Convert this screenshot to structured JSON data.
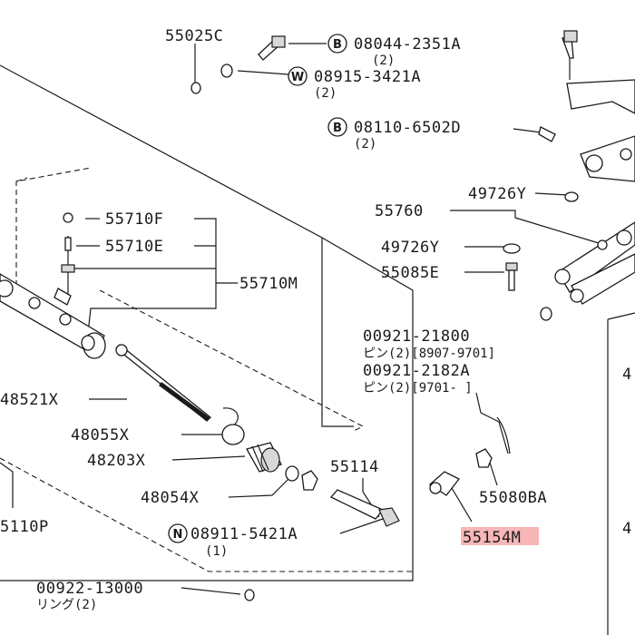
{
  "callouts": {
    "c55025C": "55025C",
    "cB1_letter": "B",
    "cB1": "08044-2351A",
    "cB1_qty": "(2)",
    "cW_letter": "W",
    "cW": "08915-3421A",
    "cW_qty": "(2)",
    "cB2_letter": "B",
    "cB2": "08110-6502D",
    "cB2_qty": "(2)",
    "c49726Y_a": "49726Y",
    "c55760": "55760",
    "c49726Y_b": "49726Y",
    "c55085E": "55085E",
    "c55710F": "55710F",
    "c55710E": "55710E",
    "c55710M": "55710M",
    "c00921_21800": "00921-21800",
    "c00921_21800_note": "ピン(2)[8907-9701]",
    "c00921_2182A": "00921-2182A",
    "c00921_2182A_note": "ピン(2)[9701-     ]",
    "c48521X": "48521X",
    "c48055X": "48055X",
    "c48203X": "48203X",
    "c55114": "55114",
    "c55080BA": "55080BA",
    "c48054X": "48054X",
    "c55154M": "55154M",
    "cN_letter": "N",
    "cN": "08911-5421A",
    "cN_qty": "(1)",
    "c00922_13000": "00922-13000",
    "c00922_13000_note": "リング(2)",
    "c5110P": "5110P",
    "c4_top": "4",
    "c4_bottom": "4"
  },
  "colors": {
    "line": "#1a1a1a",
    "highlight": "#f7b6b8",
    "background": "#ffffff"
  }
}
